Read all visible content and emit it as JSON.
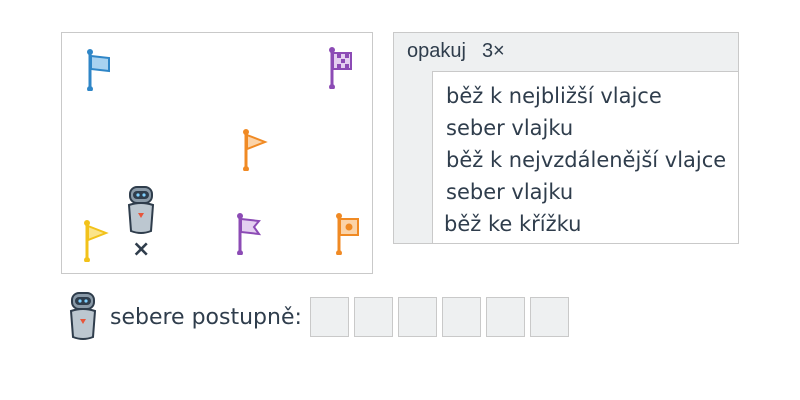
{
  "map": {
    "flags": [
      {
        "name": "flag-blue",
        "color": "#2f86c7",
        "style": "plain"
      },
      {
        "name": "flag-purple-checkered",
        "color": "#8c4bb5",
        "style": "checkered"
      },
      {
        "name": "flag-orange-pennant",
        "color": "#f08a24",
        "style": "pennant"
      },
      {
        "name": "flag-yellow-pennant",
        "color": "#f2c21a",
        "style": "pennant"
      },
      {
        "name": "flag-purple-notched",
        "color": "#8c4bb5",
        "style": "notched"
      },
      {
        "name": "flag-orange-dot",
        "color": "#f08a24",
        "style": "dot"
      }
    ],
    "cross_label": "×"
  },
  "program": {
    "keyword": "opakuj",
    "count": "3×",
    "commands": [
      "běž k nejbližší vlajce",
      "seber vlajku",
      "běž k nejvzdálenější vlajce",
      "seber vlajku",
      "běž ke křížku"
    ]
  },
  "answer": {
    "label": "sebere postupně:",
    "slot_count": 6
  },
  "colors": {
    "text": "#2f3d4c",
    "panel": "#eef0f1",
    "border": "#c9c9c9"
  }
}
